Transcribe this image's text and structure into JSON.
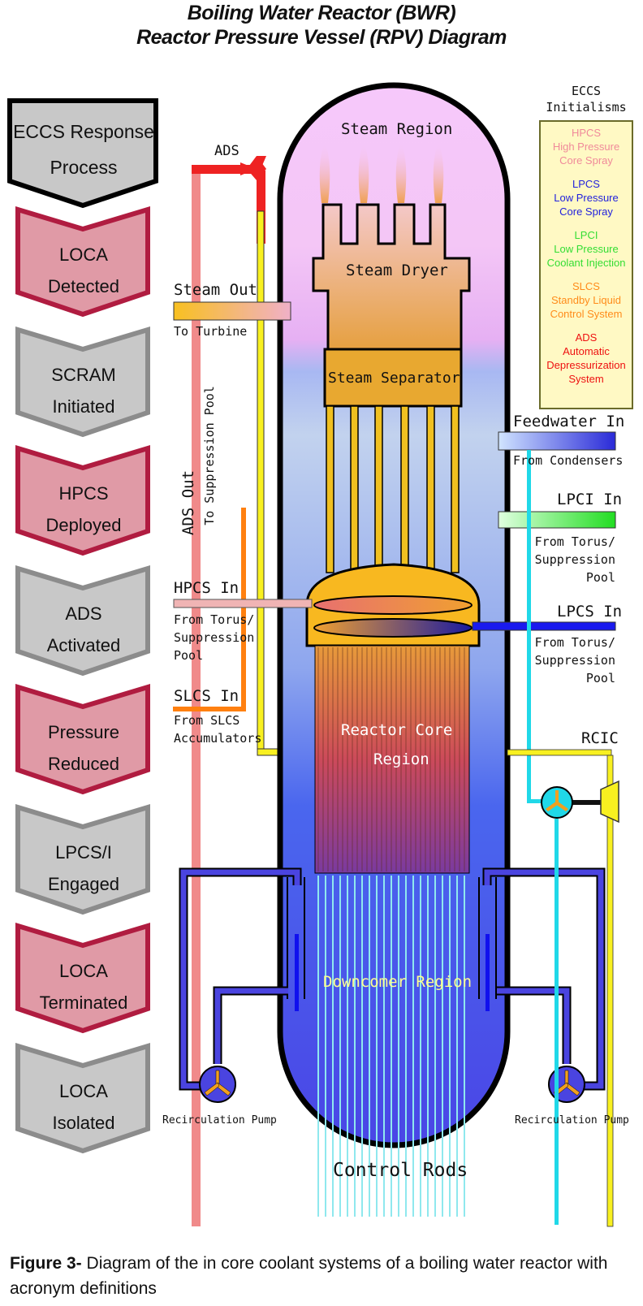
{
  "title_line1": "Boiling Water Reactor (BWR)",
  "title_line2": "Reactor Pressure Vessel (RPV) Diagram",
  "process": {
    "header": "ECCS Response Process",
    "steps": [
      {
        "label": "LOCA Detected",
        "color": "#e09aa6"
      },
      {
        "label": "SCRAM Initiated",
        "color": "#c8c8c8"
      },
      {
        "label": "HPCS Deployed",
        "color": "#e09aa6"
      },
      {
        "label": "ADS Activated",
        "color": "#c8c8c8"
      },
      {
        "label": "Pressure Reduced",
        "color": "#e09aa6"
      },
      {
        "label": "LPCS/I Engaged",
        "color": "#c8c8c8"
      },
      {
        "label": "LOCA Terminated",
        "color": "#e09aa6"
      },
      {
        "label": "LOCA Isolated",
        "color": "#c8c8c8"
      }
    ]
  },
  "regions": {
    "steam": "Steam Region",
    "dryer": "Steam Dryer",
    "separator": "Steam Separator",
    "core_line1": "Reactor Core",
    "core_line2": "Region",
    "downcomer": "Downcomer Region",
    "control_rods": "Control Rods"
  },
  "left_labels": {
    "ads": "ADS",
    "steam_out": "Steam Out",
    "to_turbine": "To Turbine",
    "ads_out": "ADS Out",
    "to_pool": "To Suppression Pool",
    "hpcs_in": "HPCS In",
    "hpcs_from": [
      "From Torus/",
      "Suppression",
      "Pool"
    ],
    "slcs_in": "SLCS In",
    "slcs_from": [
      "From SLCS",
      "Accumulators"
    ],
    "recirc_left": "Recirculation Pump"
  },
  "right_labels": {
    "feedwater_in": "Feedwater In",
    "from_condensers": "From Condensers",
    "lpci_in": "LPCI In",
    "lpci_from": [
      "From Torus/",
      "Suppression",
      "Pool"
    ],
    "lpcs_in": "LPCS In",
    "lpcs_from": [
      "From Torus/",
      "Suppression",
      "Pool"
    ],
    "rcic": "RCIC",
    "recirc_right": "Recirculation Pump"
  },
  "legend": {
    "title_line1": "ECCS",
    "title_line2": "Initialisms",
    "items": [
      {
        "lines": [
          "HPCS",
          "High Pressure",
          "Core Spray"
        ],
        "color": "#f08a9a"
      },
      {
        "lines": [
          "LPCS",
          "Low Pressure",
          "Core Spray"
        ],
        "color": "#2222dd"
      },
      {
        "lines": [
          "LPCI",
          "Low Pressure",
          "Coolant Injection"
        ],
        "color": "#33dd33"
      },
      {
        "lines": [
          "SLCS",
          "Standby Liquid",
          "Control System"
        ],
        "color": "#ff8c1a"
      },
      {
        "lines": [
          "ADS",
          "Automatic",
          "Depressurization",
          "System"
        ],
        "color": "#ee1111"
      }
    ]
  },
  "caption": {
    "label": "Figure 3-",
    "text": " Diagram of the in core coolant systems of a boiling water reactor with acronym definitions"
  }
}
